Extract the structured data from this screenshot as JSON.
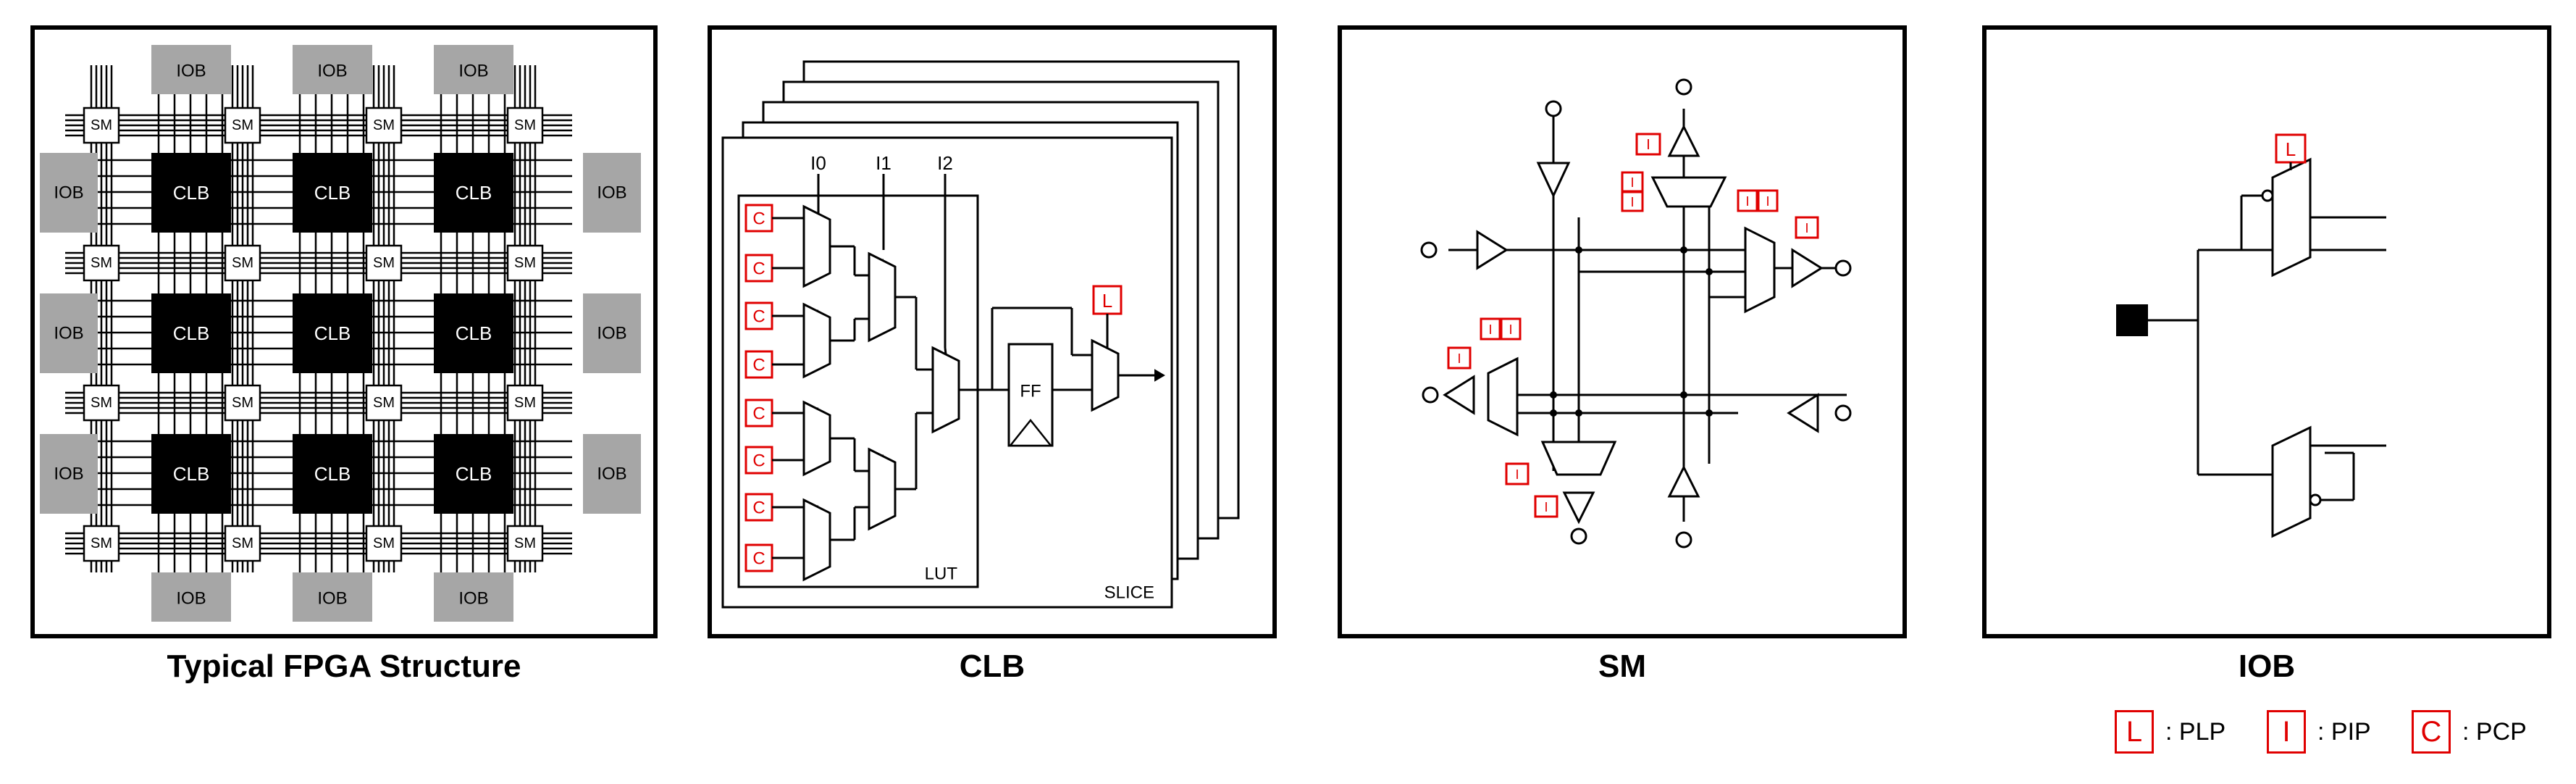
{
  "captions": {
    "fpga": "Typical FPGA Structure",
    "clb": "CLB",
    "sm": "SM",
    "iob": "IOB"
  },
  "fpga": {
    "clb_label": "CLB",
    "sm_label": "SM",
    "iob_label": "IOB"
  },
  "clb_panel": {
    "inputs": [
      "I0",
      "I1",
      "I2"
    ],
    "config_marker": "C",
    "plp_marker": "L",
    "ff_label": "FF",
    "lut_label": "LUT",
    "slice_label": "SLICE"
  },
  "sm_panel": {
    "pip_marker": "I"
  },
  "iob_panel": {
    "plp_marker": "L"
  },
  "legend": [
    {
      "marker": "L",
      "text": ": PLP"
    },
    {
      "marker": "I",
      "text": ": PIP"
    },
    {
      "marker": "C",
      "text": ": PCP"
    }
  ],
  "colors": {
    "marker": "#e00000",
    "block": "#000000",
    "iob_fill": "#a6a6a6",
    "sm_fill": "#ffffff"
  }
}
